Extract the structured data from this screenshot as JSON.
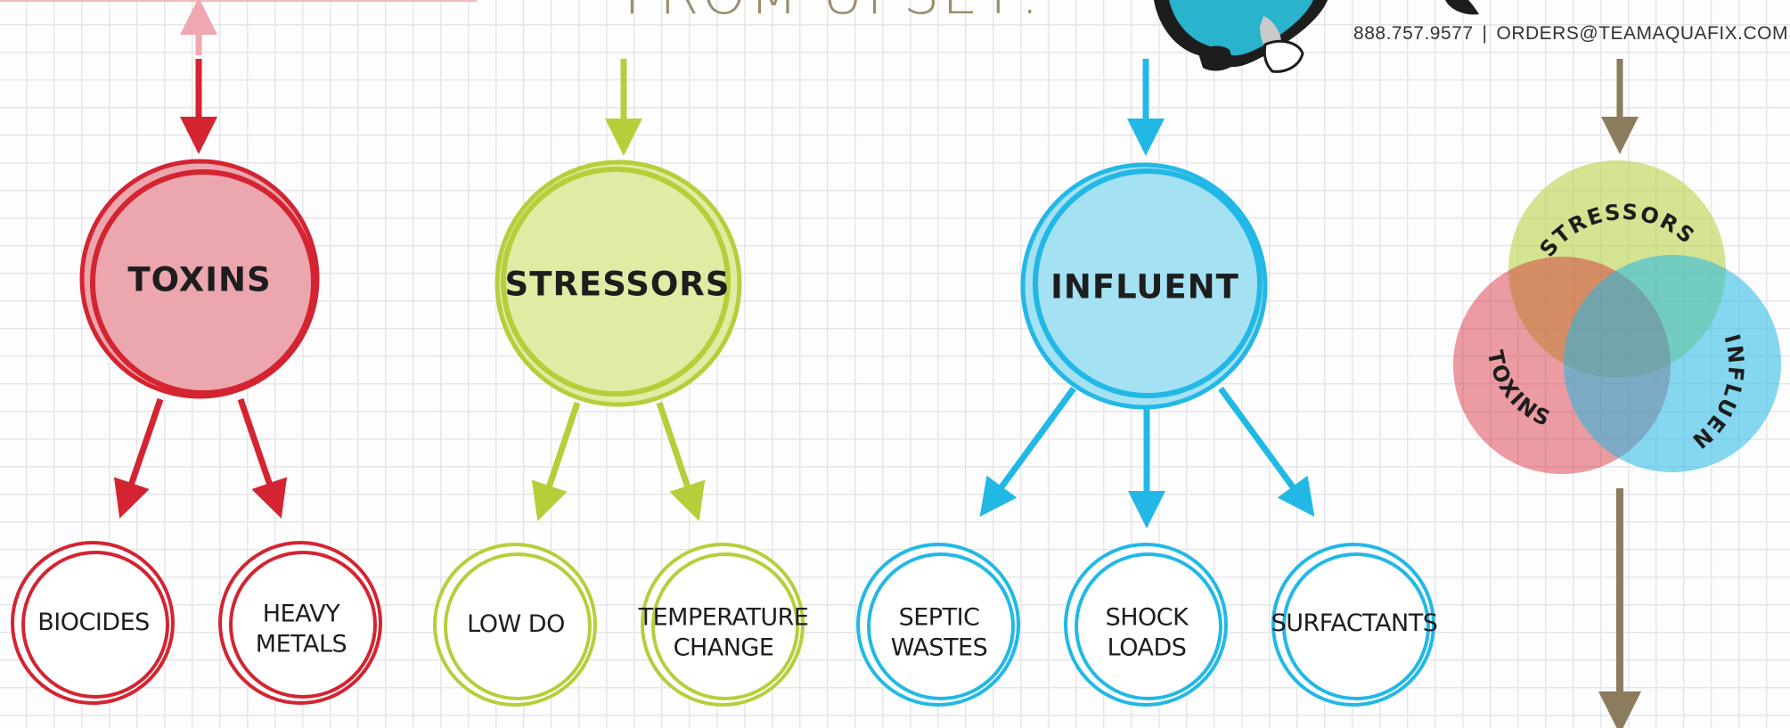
{
  "header": {
    "heading_partial": "FROM UPSET!",
    "phone": "888.757.9577",
    "separator": "|",
    "email": "ORDERS@TEAMAQUAFIX.COM"
  },
  "colors": {
    "toxins": "#d42431",
    "stressors": "#b5cf3a",
    "influent": "#22b8e6",
    "combined": "#8a7c5c",
    "heading": "#9a8e6a"
  },
  "categories": {
    "toxins": {
      "label": "TOXINS",
      "children": [
        {
          "lines": [
            "BIOCIDES"
          ]
        },
        {
          "lines": [
            "HEAVY",
            "METALS"
          ]
        }
      ]
    },
    "stressors": {
      "label": "STRESSORS",
      "children": [
        {
          "lines": [
            "LOW DO"
          ]
        },
        {
          "lines": [
            "TEMPERATURE",
            "CHANGE"
          ]
        }
      ]
    },
    "influent": {
      "label": "INFLUENT",
      "children": [
        {
          "lines": [
            "SEPTIC",
            "WASTES"
          ]
        },
        {
          "lines": [
            "SHOCK",
            "LOADS"
          ]
        },
        {
          "lines": [
            "SURFACTANTS"
          ]
        }
      ]
    }
  },
  "venn": {
    "top_label": "STRESSORS",
    "left_label": "TOXINS",
    "right_label": "INFLUENT"
  },
  "icons": {
    "mascot": "mascot-icon"
  }
}
